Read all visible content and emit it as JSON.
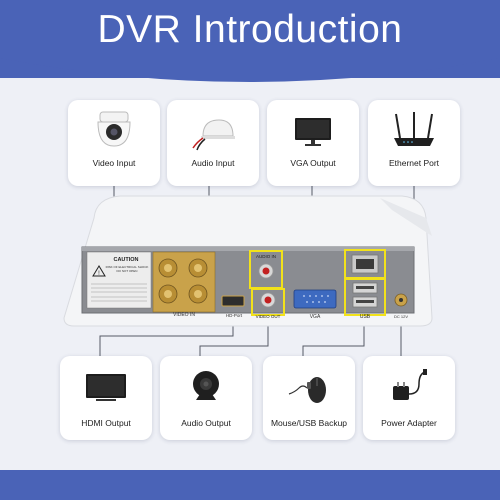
{
  "header": {
    "title": "DVR Introduction"
  },
  "top_cards": [
    {
      "label": "Video Input",
      "icon": "dome-camera-icon"
    },
    {
      "label": "Audio Input",
      "icon": "microphone-icon"
    },
    {
      "label": "VGA Output",
      "icon": "monitor-icon"
    },
    {
      "label": "Ethernet Port",
      "icon": "router-icon"
    }
  ],
  "bottom_cards": [
    {
      "label": "HDMI Output",
      "icon": "tv-icon"
    },
    {
      "label": "Audio Output",
      "icon": "speaker-icon"
    },
    {
      "label": "Mouse/USB Backup",
      "icon": "mouse-icon"
    },
    {
      "label": "Power Adapter",
      "icon": "power-adapter-icon"
    }
  ],
  "device": {
    "caution_title": "CAUTION",
    "caution_sub": "RISK OF ELECTRICAL SHOCK DO NOT OPEN",
    "port_labels": {
      "video_in": "VIDEO IN",
      "audio_in": "AUDIO IN",
      "hdmi": "HD-Port",
      "video_out": "VIDEO OUT",
      "vga": "VGA",
      "usb": "USB",
      "dc": "DC 12V"
    }
  },
  "colors": {
    "header": "#4a63b7",
    "highlight": "#f2e21a",
    "device_body": "#f4f5f7",
    "panel": "#8a8c91"
  }
}
